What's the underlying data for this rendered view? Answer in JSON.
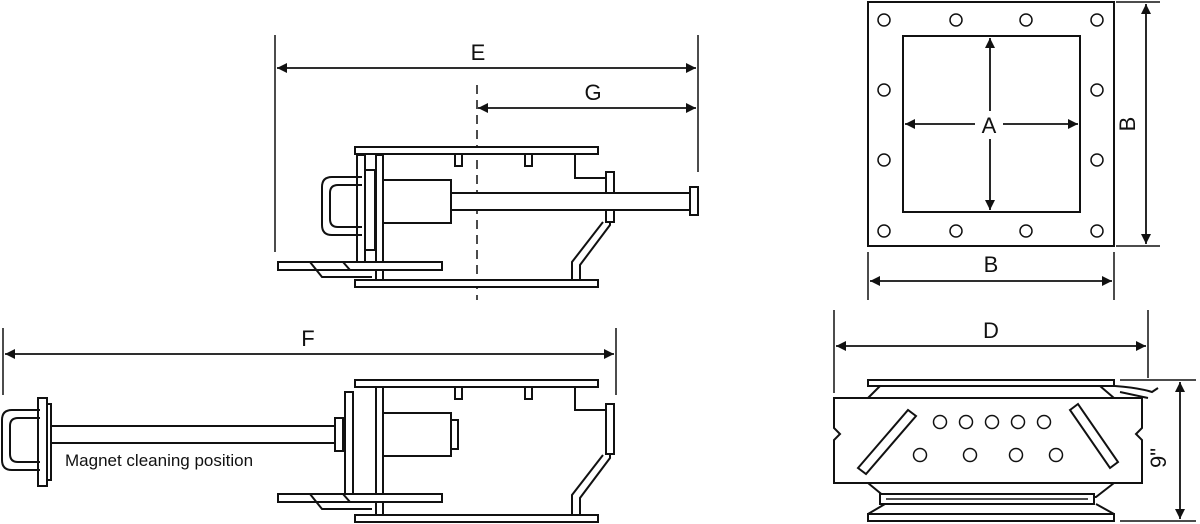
{
  "dimensions": {
    "e": "E",
    "g": "G",
    "f": "F",
    "a": "A",
    "b_vertical": "B",
    "b_horizontal": "B",
    "d": "D",
    "height": "9\""
  },
  "notes": {
    "cleaning_position": "Magnet cleaning position"
  }
}
